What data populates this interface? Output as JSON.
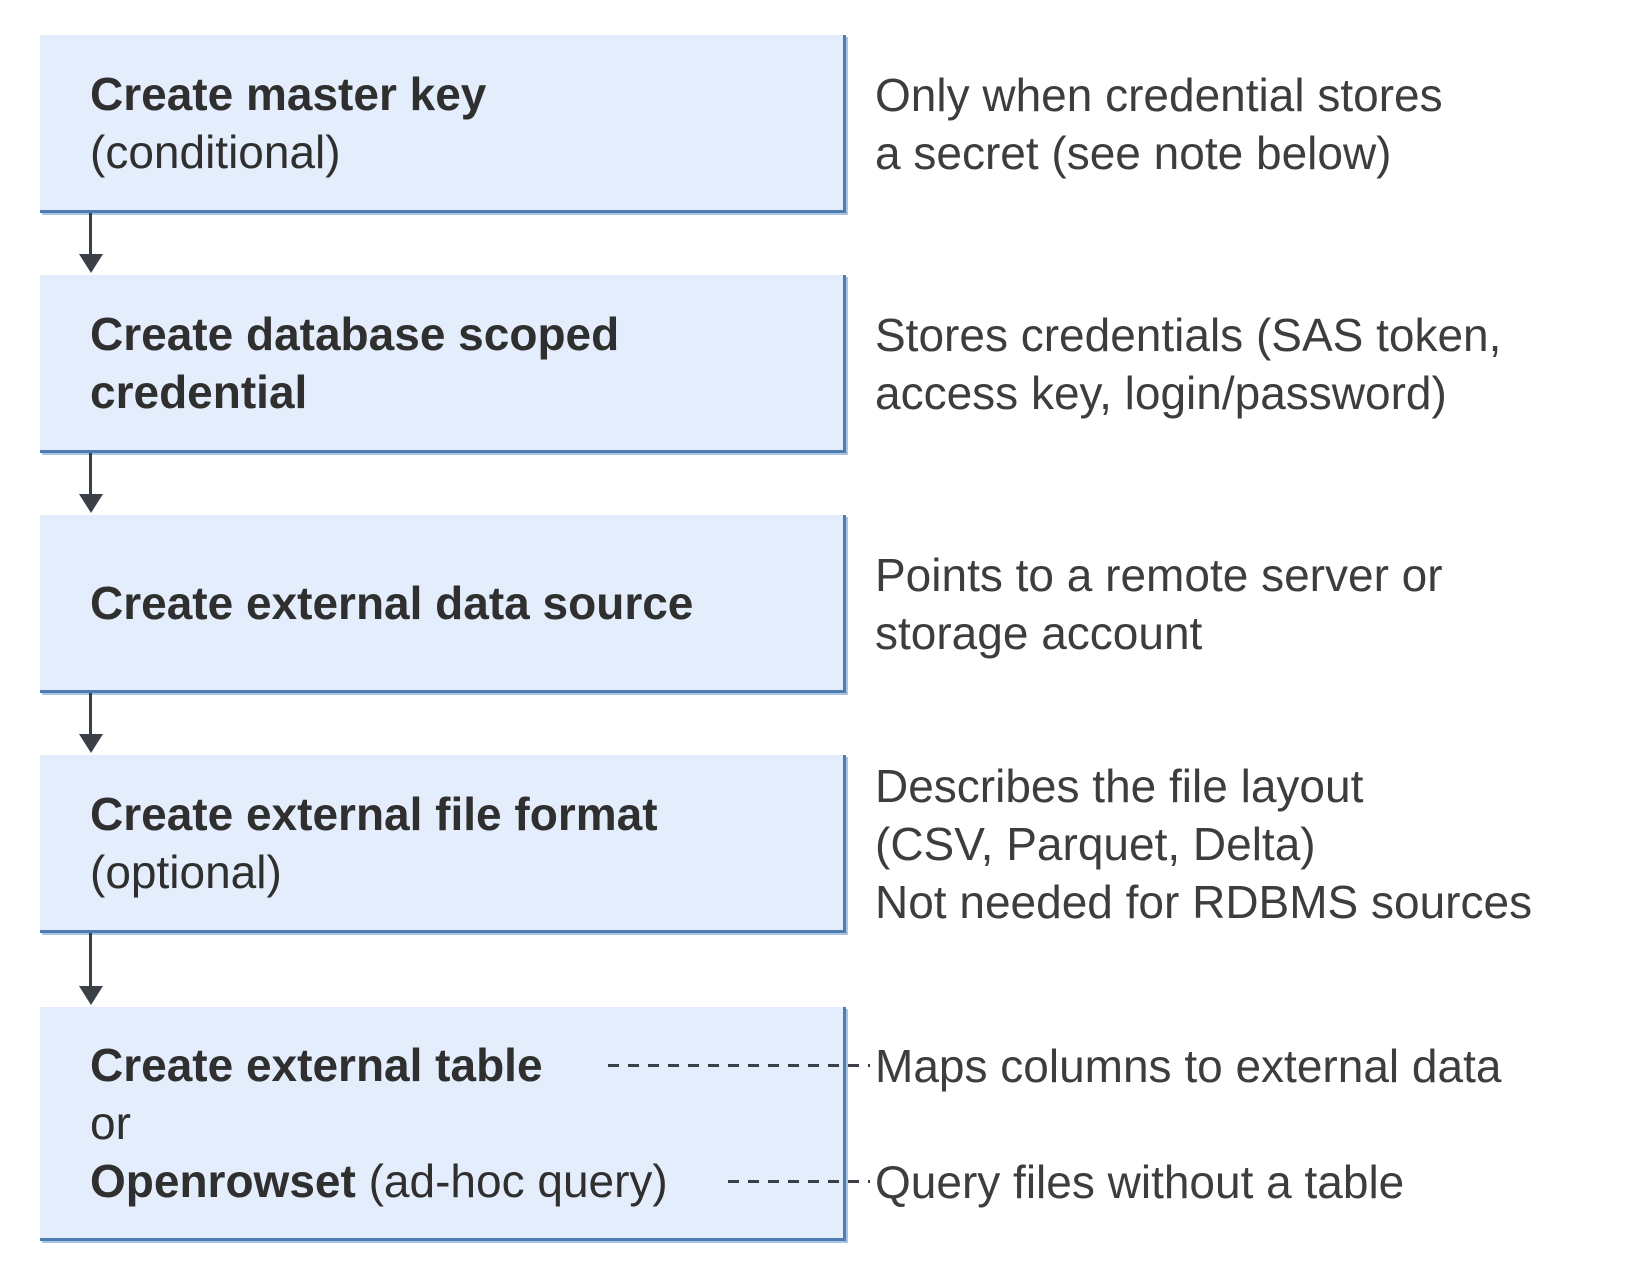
{
  "theme": {
    "box_fill": "#e3edfb",
    "box_border": "#4e7cb1",
    "box_border_soft": "#a9c4e2",
    "arrow_color": "#3b4046",
    "title_color": "#2f2f2f",
    "note_color": "#3d3d3d",
    "page_bg": "#ffffff"
  },
  "flow": {
    "boxes": [
      {
        "title": "Create master key",
        "subtitle": "(conditional)"
      },
      {
        "title_line1": "Create database scoped",
        "title_line2": "credential"
      },
      {
        "title": "Create external data source"
      },
      {
        "title": "Create external file format",
        "subtitle": "(optional)"
      },
      {
        "line1_bold": "Create external table",
        "line2": "or",
        "line3_bold": "Openrowset",
        "line3_regular": " (ad-hoc query)"
      }
    ],
    "notes": [
      {
        "lines": [
          "Only when credential stores",
          "a secret (see note below)"
        ]
      },
      {
        "lines": [
          "Stores credentials (SAS token,",
          "access key, login/password)"
        ]
      },
      {
        "lines": [
          "Points to a remote server or",
          "storage account"
        ]
      },
      {
        "lines": [
          "Describes the file layout",
          "(CSV, Parquet, Delta)",
          "Not needed for RDBMS sources"
        ]
      },
      {
        "lines": [
          "Maps columns to external data"
        ]
      },
      {
        "lines": [
          "Query files without a table"
        ]
      }
    ]
  }
}
